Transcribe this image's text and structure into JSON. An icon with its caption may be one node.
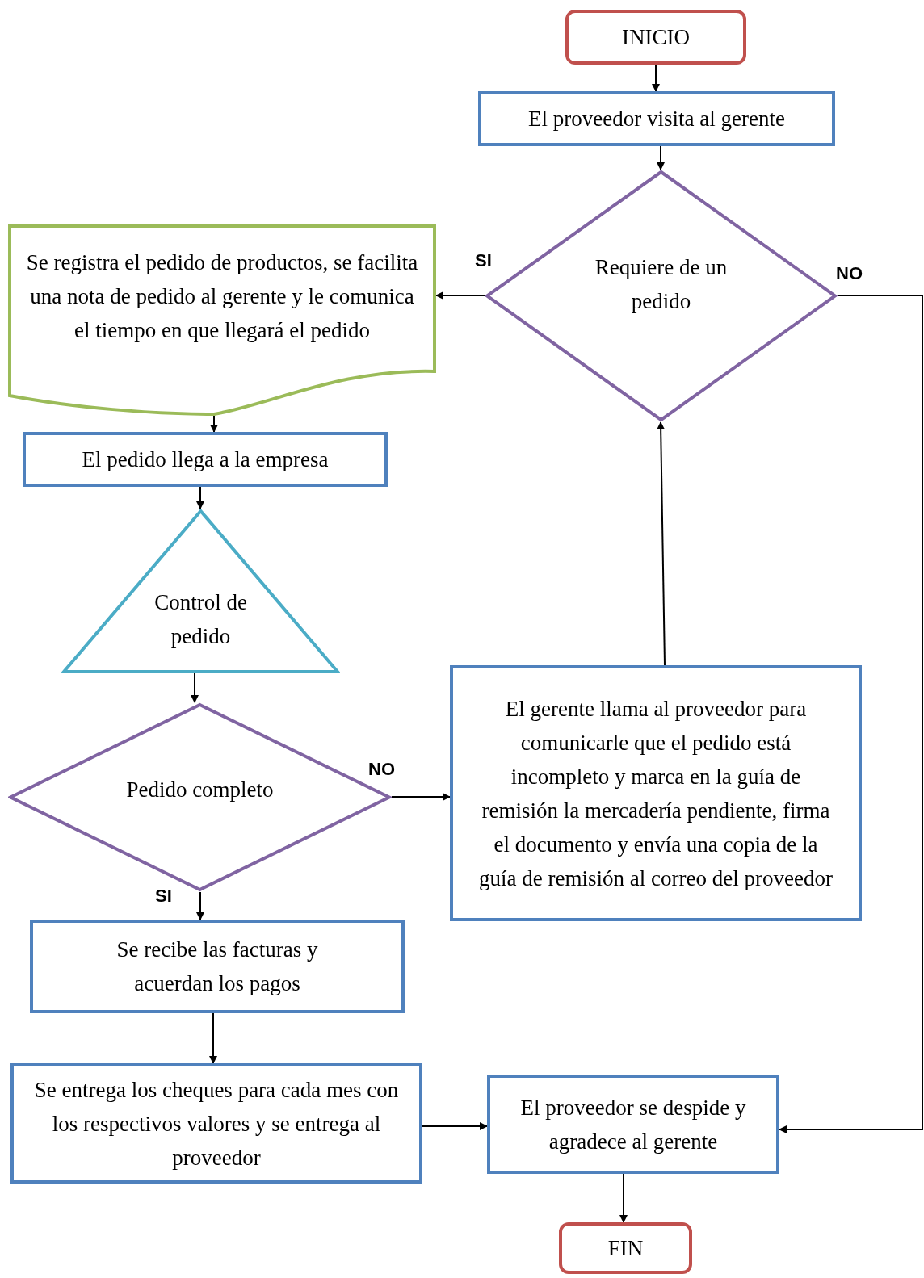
{
  "diagram": {
    "nodes": [
      {
        "text": [
          "INICIO"
        ]
      },
      {
        "text": [
          "El proveedor visita al gerente"
        ]
      },
      {
        "text": [
          "Requiere de un pedido"
        ]
      },
      {
        "text": [
          "Se registra el pedido de productos, se facilita una nota de pedido al gerente y le comunica el tiempo en que llegará el pedido"
        ]
      },
      {
        "text": [
          "El pedido llega a la empresa"
        ]
      },
      {
        "text": [
          "Control de pedido"
        ]
      },
      {
        "text": [
          "Pedido completo"
        ]
      },
      {
        "text": [
          "El gerente llama al proveedor para comunicarle que el pedido está incompleto y marca en la guía de remisión la mercadería pendiente, firma el documento y envía una copia de la guía de remisión al correo del proveedor"
        ]
      },
      {
        "text": [
          "Se recibe las facturas y acuerdan los pagos"
        ]
      },
      {
        "text": [
          "Se entrega los cheques para cada mes con los respectivos valores y se entrega al proveedor"
        ]
      },
      {
        "text": [
          "El proveedor se despide y agradece al gerente"
        ]
      },
      {
        "text": [
          "FIN"
        ]
      }
    ],
    "edges": [
      {
        "from": 0,
        "to": 1,
        "arrow": "to"
      },
      {
        "from": 1,
        "to": 2,
        "arrow": "to"
      },
      {
        "from": 2,
        "to": 3,
        "arrow": "to",
        "label": "SI"
      },
      {
        "from": 2,
        "to": 10,
        "arrow": "to",
        "label": "NO"
      },
      {
        "from": 3,
        "to": 4,
        "arrow": "to"
      },
      {
        "from": 4,
        "to": 5,
        "arrow": "to"
      },
      {
        "from": 5,
        "to": 6,
        "arrow": "to"
      },
      {
        "from": 6,
        "to": 7,
        "arrow": "to",
        "label": "NO"
      },
      {
        "from": 7,
        "to": 2,
        "arrow": "to"
      },
      {
        "from": 6,
        "to": 8,
        "arrow": "to",
        "label": "SI"
      },
      {
        "from": 8,
        "to": 9,
        "arrow": "to"
      },
      {
        "from": 9,
        "to": 10,
        "arrow": "to"
      },
      {
        "from": 10,
        "to": 11,
        "arrow": "to"
      }
    ]
  }
}
